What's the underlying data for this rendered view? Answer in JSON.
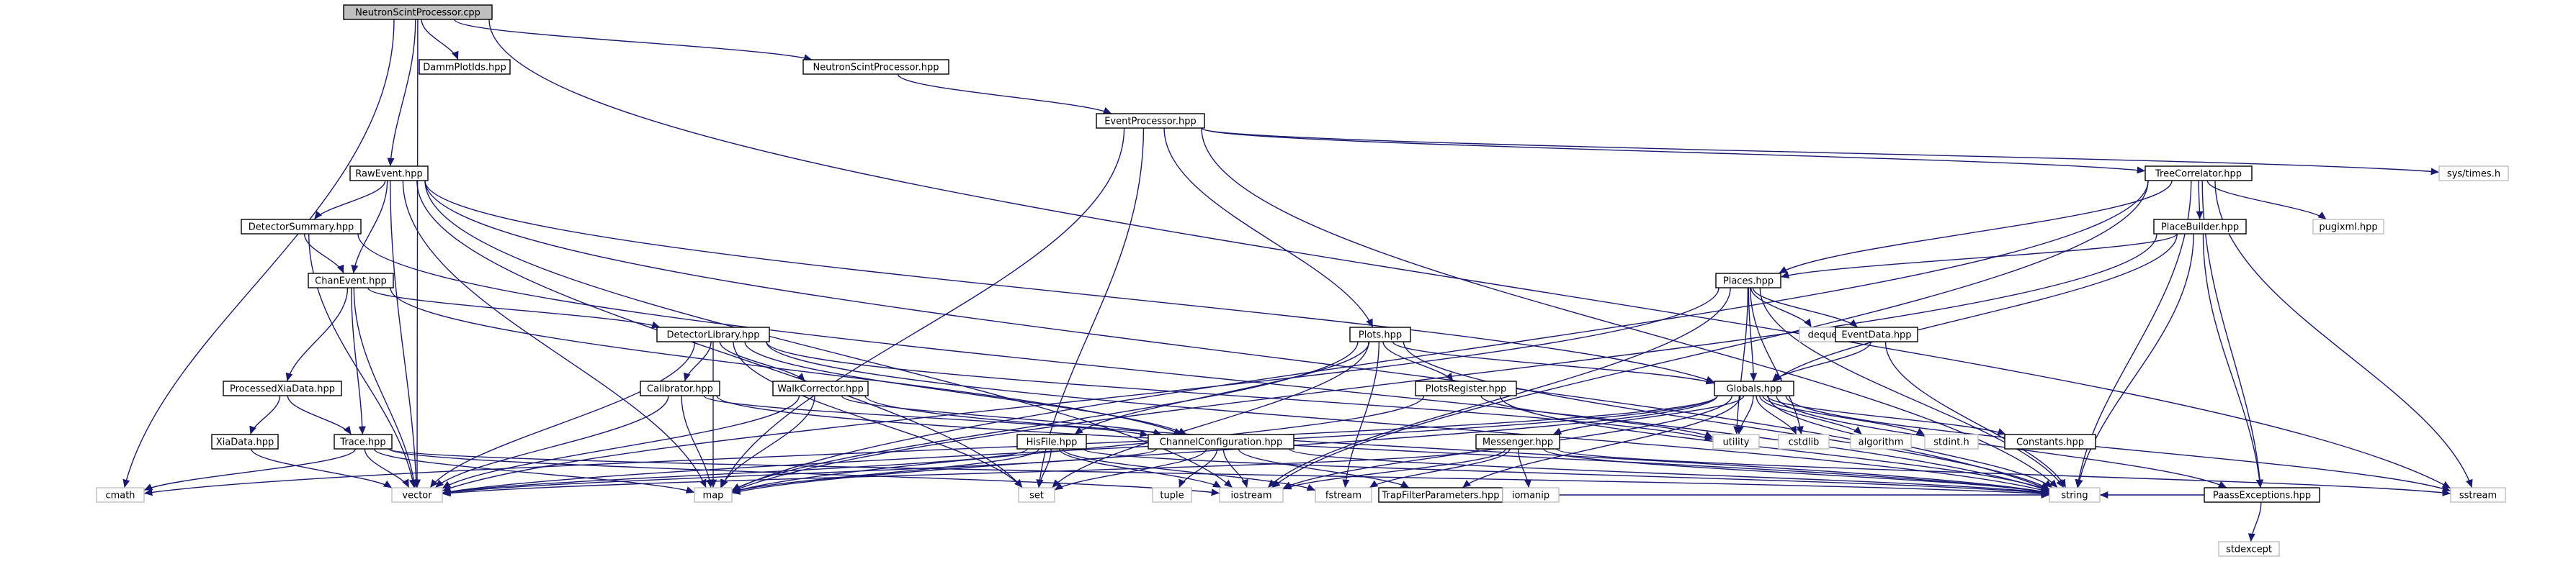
{
  "colors": {
    "edge": "#191970",
    "root_fill": "#bfbfbf",
    "root_stroke": "#000000",
    "file_fill": "#ffffff",
    "file_stroke": "#000000",
    "system_stroke": "#bfbfbf",
    "text": "#000000"
  },
  "nodes": [
    {
      "id": "root",
      "label": "NeutronScintProcessor.cpp",
      "kind": "root"
    },
    {
      "id": "dammplotids",
      "label": "DammPlotIds.hpp",
      "kind": "file"
    },
    {
      "id": "nsp_hpp",
      "label": "NeutronScintProcessor.hpp",
      "kind": "file"
    },
    {
      "id": "eventproc",
      "label": "EventProcessor.hpp",
      "kind": "file"
    },
    {
      "id": "rawevent",
      "label": "RawEvent.hpp",
      "kind": "file"
    },
    {
      "id": "systimes",
      "label": "sys/times.h",
      "kind": "system"
    },
    {
      "id": "treecorr",
      "label": "TreeCorrelator.hpp",
      "kind": "file"
    },
    {
      "id": "detsummary",
      "label": "DetectorSummary.hpp",
      "kind": "file"
    },
    {
      "id": "placebuilder",
      "label": "PlaceBuilder.hpp",
      "kind": "file"
    },
    {
      "id": "pugixml",
      "label": "pugixml.hpp",
      "kind": "system"
    },
    {
      "id": "chanevent",
      "label": "ChanEvent.hpp",
      "kind": "file"
    },
    {
      "id": "places",
      "label": "Places.hpp",
      "kind": "file"
    },
    {
      "id": "deque",
      "label": "deque",
      "kind": "system"
    },
    {
      "id": "eventdata",
      "label": "EventData.hpp",
      "kind": "file"
    },
    {
      "id": "detlib",
      "label": "DetectorLibrary.hpp",
      "kind": "file"
    },
    {
      "id": "plots",
      "label": "Plots.hpp",
      "kind": "file"
    },
    {
      "id": "calibrator",
      "label": "Calibrator.hpp",
      "kind": "file"
    },
    {
      "id": "walkcorr",
      "label": "WalkCorrector.hpp",
      "kind": "file"
    },
    {
      "id": "plotsreg",
      "label": "PlotsRegister.hpp",
      "kind": "file"
    },
    {
      "id": "globals",
      "label": "Globals.hpp",
      "kind": "file"
    },
    {
      "id": "procxia",
      "label": "ProcessedXiaData.hpp",
      "kind": "file"
    },
    {
      "id": "xiadata",
      "label": "XiaData.hpp",
      "kind": "file"
    },
    {
      "id": "trace",
      "label": "Trace.hpp",
      "kind": "file"
    },
    {
      "id": "hisfile",
      "label": "HisFile.hpp",
      "kind": "file"
    },
    {
      "id": "chanconfig",
      "label": "ChannelConfiguration.hpp",
      "kind": "file"
    },
    {
      "id": "messenger",
      "label": "Messenger.hpp",
      "kind": "file"
    },
    {
      "id": "utility",
      "label": "utility",
      "kind": "system"
    },
    {
      "id": "cstdlib",
      "label": "cstdlib",
      "kind": "system"
    },
    {
      "id": "algorithm",
      "label": "algorithm",
      "kind": "system"
    },
    {
      "id": "stdint",
      "label": "stdint.h",
      "kind": "system"
    },
    {
      "id": "constants",
      "label": "Constants.hpp",
      "kind": "file"
    },
    {
      "id": "cmath",
      "label": "cmath",
      "kind": "system"
    },
    {
      "id": "vector",
      "label": "vector",
      "kind": "system"
    },
    {
      "id": "map",
      "label": "map",
      "kind": "system"
    },
    {
      "id": "set",
      "label": "set",
      "kind": "system"
    },
    {
      "id": "tuple",
      "label": "tuple",
      "kind": "system"
    },
    {
      "id": "iostream",
      "label": "iostream",
      "kind": "system"
    },
    {
      "id": "fstream",
      "label": "fstream",
      "kind": "system"
    },
    {
      "id": "trapfilter",
      "label": "TrapFilterParameters.hpp",
      "kind": "file"
    },
    {
      "id": "iomanip",
      "label": "iomanip",
      "kind": "system"
    },
    {
      "id": "string",
      "label": "string",
      "kind": "system"
    },
    {
      "id": "paassexc",
      "label": "PaassExceptions.hpp",
      "kind": "file"
    },
    {
      "id": "sstream",
      "label": "sstream",
      "kind": "system"
    },
    {
      "id": "stdexcept",
      "label": "stdexcept",
      "kind": "system"
    }
  ],
  "edges": [
    [
      "root",
      "dammplotids"
    ],
    [
      "root",
      "nsp_hpp"
    ],
    [
      "root",
      "rawevent"
    ],
    [
      "root",
      "cmath"
    ],
    [
      "root",
      "vector"
    ],
    [
      "root",
      "sstream"
    ],
    [
      "nsp_hpp",
      "eventproc"
    ],
    [
      "eventproc",
      "treecorr"
    ],
    [
      "eventproc",
      "plots"
    ],
    [
      "eventproc",
      "systimes"
    ],
    [
      "eventproc",
      "map"
    ],
    [
      "eventproc",
      "set"
    ],
    [
      "eventproc",
      "string"
    ],
    [
      "rawevent",
      "detsummary"
    ],
    [
      "rawevent",
      "chanevent"
    ],
    [
      "rawevent",
      "globals"
    ],
    [
      "rawevent",
      "vector"
    ],
    [
      "rawevent",
      "map"
    ],
    [
      "rawevent",
      "set"
    ],
    [
      "rawevent",
      "iostream"
    ],
    [
      "rawevent",
      "string"
    ],
    [
      "treecorr",
      "placebuilder"
    ],
    [
      "treecorr",
      "places"
    ],
    [
      "treecorr",
      "pugixml"
    ],
    [
      "treecorr",
      "paassexc"
    ],
    [
      "treecorr",
      "map"
    ],
    [
      "treecorr",
      "iostream"
    ],
    [
      "treecorr",
      "string"
    ],
    [
      "treecorr",
      "sstream"
    ],
    [
      "detsummary",
      "chanevent"
    ],
    [
      "detsummary",
      "vector"
    ],
    [
      "detsummary",
      "string"
    ],
    [
      "placebuilder",
      "places"
    ],
    [
      "placebuilder",
      "globals"
    ],
    [
      "placebuilder",
      "map"
    ],
    [
      "placebuilder",
      "string"
    ],
    [
      "placebuilder",
      "paassexc"
    ],
    [
      "chanevent",
      "detlib"
    ],
    [
      "chanevent",
      "procxia"
    ],
    [
      "chanevent",
      "trace"
    ],
    [
      "chanevent",
      "chanconfig"
    ],
    [
      "chanevent",
      "vector"
    ],
    [
      "places",
      "deque"
    ],
    [
      "places",
      "eventdata"
    ],
    [
      "places",
      "globals"
    ],
    [
      "places",
      "vector"
    ],
    [
      "places",
      "iostream"
    ],
    [
      "places",
      "string"
    ],
    [
      "places",
      "utility"
    ],
    [
      "places",
      "cstdlib"
    ],
    [
      "eventdata",
      "globals"
    ],
    [
      "eventdata",
      "string"
    ],
    [
      "detlib",
      "calibrator"
    ],
    [
      "detlib",
      "walkcorr"
    ],
    [
      "detlib",
      "chanconfig"
    ],
    [
      "detlib",
      "vector"
    ],
    [
      "detlib",
      "map"
    ],
    [
      "detlib",
      "set"
    ],
    [
      "detlib",
      "string"
    ],
    [
      "detlib",
      "utility"
    ],
    [
      "plots",
      "plotsreg"
    ],
    [
      "plots",
      "hisfile"
    ],
    [
      "plots",
      "globals"
    ],
    [
      "plots",
      "map"
    ],
    [
      "plots",
      "set"
    ],
    [
      "plots",
      "fstream"
    ],
    [
      "plots",
      "string"
    ],
    [
      "plotsreg",
      "map"
    ],
    [
      "plotsreg",
      "utility"
    ],
    [
      "plotsreg",
      "string"
    ],
    [
      "calibrator",
      "chanconfig"
    ],
    [
      "calibrator",
      "vector"
    ],
    [
      "calibrator",
      "map"
    ],
    [
      "calibrator",
      "string"
    ],
    [
      "walkcorr",
      "chanconfig"
    ],
    [
      "walkcorr",
      "vector"
    ],
    [
      "walkcorr",
      "map"
    ],
    [
      "walkcorr",
      "string"
    ],
    [
      "globals",
      "messenger"
    ],
    [
      "globals",
      "trapfilter"
    ],
    [
      "globals",
      "paassexc"
    ],
    [
      "globals",
      "constants"
    ],
    [
      "globals",
      "utility"
    ],
    [
      "globals",
      "cstdlib"
    ],
    [
      "globals",
      "algorithm"
    ],
    [
      "globals",
      "stdint"
    ],
    [
      "globals",
      "vector"
    ],
    [
      "globals",
      "map"
    ],
    [
      "globals",
      "string"
    ],
    [
      "globals",
      "iostream"
    ],
    [
      "globals",
      "sstream"
    ],
    [
      "globals",
      "cmath"
    ],
    [
      "procxia",
      "xiadata"
    ],
    [
      "procxia",
      "trace"
    ],
    [
      "xiadata",
      "vector"
    ],
    [
      "trace",
      "cmath"
    ],
    [
      "trace",
      "vector"
    ],
    [
      "trace",
      "map"
    ],
    [
      "trace",
      "iostream"
    ],
    [
      "trace",
      "string"
    ],
    [
      "hisfile",
      "vector"
    ],
    [
      "hisfile",
      "set"
    ],
    [
      "hisfile",
      "map"
    ],
    [
      "hisfile",
      "iostream"
    ],
    [
      "hisfile",
      "fstream"
    ],
    [
      "hisfile",
      "string"
    ],
    [
      "chanconfig",
      "trapfilter"
    ],
    [
      "chanconfig",
      "set"
    ],
    [
      "chanconfig",
      "tuple"
    ],
    [
      "chanconfig",
      "iostream"
    ],
    [
      "chanconfig",
      "string"
    ],
    [
      "chanconfig",
      "vector"
    ],
    [
      "messenger",
      "iomanip"
    ],
    [
      "messenger",
      "fstream"
    ],
    [
      "messenger",
      "iostream"
    ],
    [
      "messenger",
      "string"
    ],
    [
      "messenger",
      "sstream"
    ],
    [
      "messenger",
      "vector"
    ],
    [
      "trapfilter",
      "string"
    ],
    [
      "paassexc",
      "stdexcept"
    ],
    [
      "paassexc",
      "string"
    ]
  ]
}
